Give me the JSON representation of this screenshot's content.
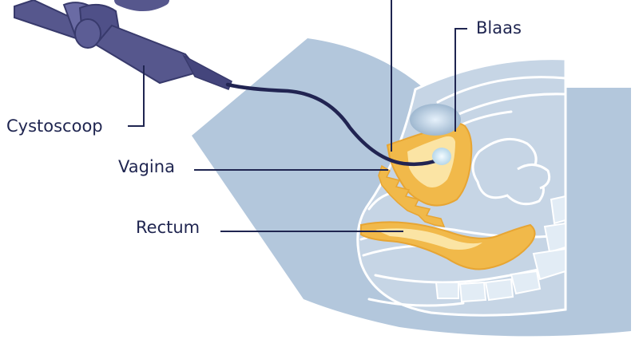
{
  "labels": {
    "cystoscope": "Cystoscoop",
    "bladder": "Blaas",
    "vagina": "Vagina",
    "rectum": "Rectum"
  },
  "colors": {
    "background": "#ffffff",
    "field": "#b3c7dc",
    "body_inner": "#c6d5e5",
    "organ_orange": "#f1b94a",
    "organ_orange_dark": "#e7a533",
    "organ_light": "#fbe4a4",
    "instrument": "#56578d",
    "instrument_dark": "#383a6c",
    "scope_tube": "#212452",
    "leader_line": "#1f2550",
    "label_text": "#1f2550"
  }
}
